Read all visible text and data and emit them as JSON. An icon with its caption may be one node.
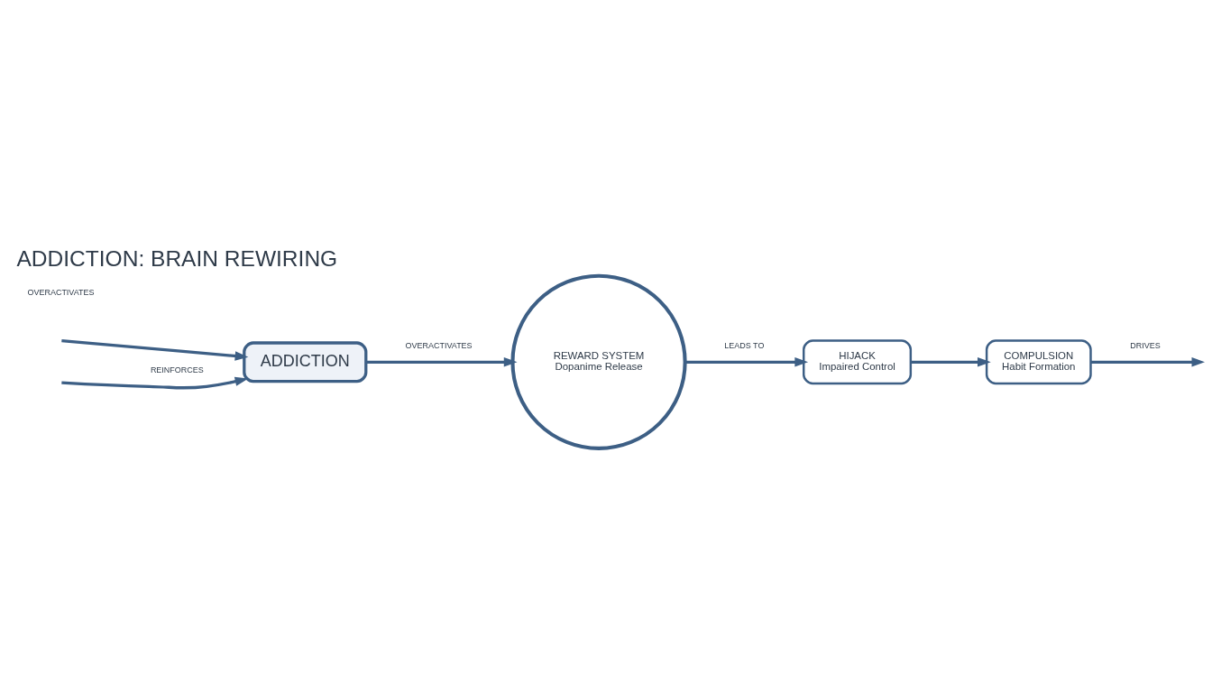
{
  "diagram": {
    "title": "ADDICTION: BRAIN REWIRING",
    "nodes": [
      {
        "text": [
          "ADDICTION"
        ]
      },
      {
        "text": [
          "REWARD SYSTEM",
          "Dopanime Release"
        ]
      },
      {
        "text": [
          "HIJACK",
          "Impaired Control"
        ]
      },
      {
        "text": [
          "COMPULSION",
          "Habit Formation"
        ]
      }
    ],
    "edges": [
      {
        "from": 0,
        "to": 1,
        "arrow": "to",
        "label": "OVERACTIVATES"
      },
      {
        "from": 1,
        "to": 2,
        "arrow": "to",
        "label": "LEADS TO"
      },
      {
        "from": 2,
        "to": 3,
        "arrow": "to"
      },
      {
        "from": 3,
        "to": null,
        "arrow": "to",
        "label": "DRIVES"
      },
      {
        "from": null,
        "to": 0,
        "arrow": "to"
      },
      {
        "from": null,
        "to": 0,
        "arrow": "to",
        "label": "REINFORCES"
      }
    ],
    "labels": [
      "OVERACTIVATES"
    ]
  }
}
